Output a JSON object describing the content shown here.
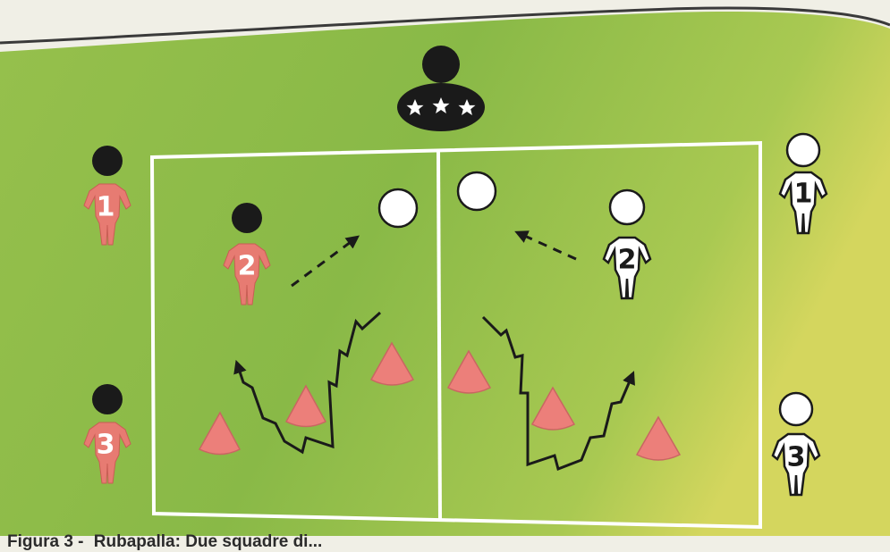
{
  "caption": {
    "figure_label": "Figura 3 -",
    "text": "Rubapalla: Due squadre di..."
  },
  "players": {
    "red": [
      {
        "number": "1",
        "role": "waiting"
      },
      {
        "number": "2",
        "role": "active"
      },
      {
        "number": "3",
        "role": "waiting"
      }
    ],
    "white": [
      {
        "number": "1",
        "role": "waiting"
      },
      {
        "number": "2",
        "role": "active"
      },
      {
        "number": "3",
        "role": "waiting"
      }
    ]
  },
  "coach": {
    "stars": 3
  },
  "colors": {
    "pitch_green": "#8cbb4a",
    "pitch_yellow": "#c9d45a",
    "red_team": "#e77b72",
    "white_team": "#ffffff",
    "cone": "#ec7f7a",
    "line": "#ffffff",
    "ink": "#1a1a1a"
  }
}
